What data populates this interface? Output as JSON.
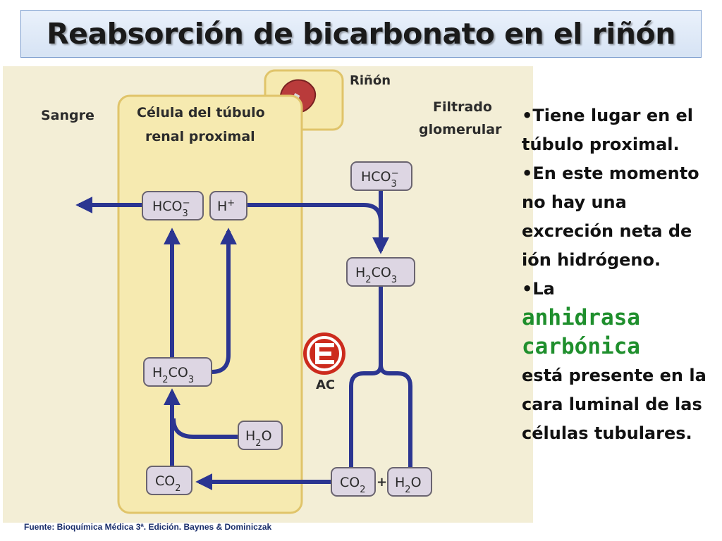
{
  "title": "Reabsorción de bicarbonato en el riñón",
  "figure": {
    "labels": {
      "kidney": "Riñón",
      "blood": "Sangre",
      "cell_line1": "Célula del túbulo",
      "cell_line2": "renal proximal",
      "filtrate_line1": "Filtrado",
      "filtrate_line2": "glomerular",
      "enzyme": "AC",
      "plus": "+"
    },
    "molecules": {
      "hco3_cell": {
        "base": "HCO",
        "sub": "3",
        "sup": "−"
      },
      "h_ion": {
        "base": "H",
        "sup": "+"
      },
      "hco3_filtrate": {
        "base": "HCO",
        "sub": "3",
        "sup": "−"
      },
      "h2co3_filtrate": {
        "pre": "H",
        "sub1": "2",
        "mid": "CO",
        "sub2": "3"
      },
      "h2co3_cell": {
        "pre": "H",
        "sub1": "2",
        "mid": "CO",
        "sub2": "3"
      },
      "h2o_cell": {
        "pre": "H",
        "sub1": "2",
        "mid": "O"
      },
      "co2_cell": {
        "pre": "CO",
        "sub1": "2"
      },
      "co2_filtrate": {
        "pre": "CO",
        "sub1": "2"
      },
      "h2o_filtrate": {
        "pre": "H",
        "sub1": "2",
        "mid": "O"
      }
    },
    "colors": {
      "panel": "#f3eed6",
      "cell": "#f6eab0",
      "cell_border": "#e0c46a",
      "box_fill": "#ddd6e3",
      "box_stroke": "#6a6470",
      "arrow": "#2b3591",
      "enzyme": "#cc2b1d"
    },
    "icons": [
      "kidney-icon",
      "enzyme-icon"
    ]
  },
  "bullets": {
    "b1": "•Tiene lugar en el túbulo proximal.",
    "b2": "•En este momento no hay una excreción neta de ión hidrógeno.",
    "b3_prefix": "•La",
    "b3_highlight1": "anhidrasa",
    "b3_highlight2": "carbónica",
    "b3_suffix": "está presente en la cara luminal de las células tubulares."
  },
  "source": "Fuente: Bioquímica Médica 3ª. Edición.  Baynes & Dominiczak"
}
